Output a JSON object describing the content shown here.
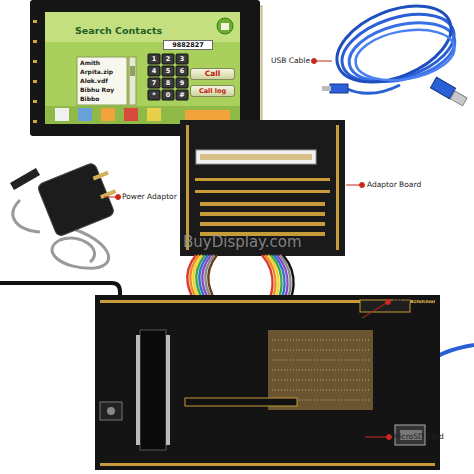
{
  "diagram": {
    "nodes": [
      {
        "text": [
          "Search Contacts"
        ]
      },
      {
        "text": [
          "9882827"
        ],
        "in": 0
      },
      {
        "text": [
          "Call"
        ],
        "in": 0
      },
      {
        "text": [
          "Call log"
        ],
        "in": 0
      }
    ],
    "labels": [
      "Amith",
      "Arpita.zip",
      "Alok.vdf",
      "Bibhu Roy",
      "Bibbo",
      "1",
      "2",
      "3",
      "4",
      "5",
      "6",
      "7",
      "8",
      "9",
      "*",
      "0",
      "#",
      "USB Cable",
      "Adaptor Board",
      "Power Adaptor",
      "MCU Board",
      "MicroSD Card",
      "BuyDisplay.com"
    ]
  }
}
